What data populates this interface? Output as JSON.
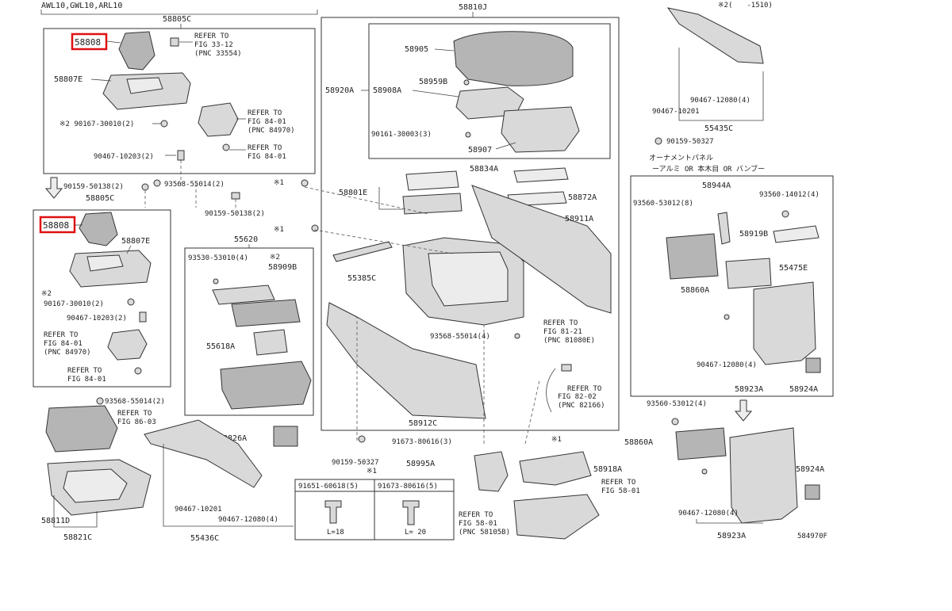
{
  "header": {
    "model_codes": "AWL10,GWL10,ARL10"
  },
  "labels": {
    "l58805c_top": "58805C",
    "l58808_top": "58808",
    "refer_33_1": "REFER TO",
    "refer_33_2": "FIG 33-12",
    "refer_33_3": "(PNC 33554)",
    "l58807e_top": "58807E",
    "refer_84a_1": "REFER TO",
    "refer_84a_2": "FIG 84-01",
    "refer_84a_3": "(PNC 84970)",
    "l90167_top": "※2 90167-30010(2)",
    "refer_84b_1": "REFER TO",
    "refer_84b_2": "FIG 84-01",
    "l90467_10203_top": "90467-10203(2)",
    "l90159_50138_a": "90159-50138(2)",
    "l93568_top": "93568-55014(2)",
    "l58805c_bot": "58805C",
    "l90159_50138_b": "90159-50138(2)",
    "l58808_bot": "58808",
    "l58807e_bot": "58807E",
    "l_note2_a": "※2",
    "l90167_bot": "90167-30010(2)",
    "l90467_10203_bot": "90467-10203(2)",
    "refer_84c_1": "REFER TO",
    "refer_84c_2": "FIG 84-01",
    "refer_84c_3": "(PNC 84970)",
    "refer_84d_1": "REFER TO",
    "refer_84d_2": "FIG 84-01",
    "l93568_bot": "93568-55014(2)",
    "refer_86_1": "REFER TO",
    "refer_86_2": "FIG 86-03",
    "l58811d": "58811D",
    "l58821c": "58821C",
    "l58810j": "58810J",
    "l58905": "58905",
    "l58920a": "58920A",
    "l58908a": "58908A",
    "l58959b": "58959B",
    "l90161": "90161-30003(3)",
    "l58907": "58907",
    "l58834a": "58834A",
    "l58801e": "58801E",
    "l58872a": "58872A",
    "l58911a": "58911A",
    "l_note1_a": "※1",
    "l_note1_b": "※1",
    "l55620": "55620",
    "l93530": "93530-53010(4)",
    "l_note2_b": "※2",
    "l58909b": "58909B",
    "l55385c": "55385C",
    "l55618a": "55618A",
    "l93568_mid": "93568-55014(4)",
    "refer_81_1": "REFER TO",
    "refer_81_2": "FIG 81-21",
    "refer_81_3": "(PNC 81080E)",
    "refer_82_1": "REFER TO",
    "refer_82_2": "FIG 82-02",
    "refer_82_3": "(PNC 82166)",
    "l58912c": "58912C",
    "l58826a": "58826A",
    "l91673_a": "91673-80616(3)",
    "l_note1_c": "※1",
    "l58995a": "58995A",
    "l58918a": "58918A",
    "refer_58a_1": "REFER TO",
    "refer_58a_2": "FIG 58-01",
    "l90159_50327_bot": "90159-50327",
    "l_note1_d": "※1",
    "l91651": "91651-60618(5)",
    "l91673_b": "91673-80616(5)",
    "l_len18": "L=18",
    "l_len20": "L= 20",
    "refer_58b_1": "REFER TO",
    "refer_58b_2": "FIG 58-01",
    "refer_58b_3": "(PNC 58105B)",
    "l90467_10201_bot": "90467-10201",
    "l90467_12080_bot": "90467-12080(4)",
    "l55436c": "55436C",
    "l_note2_c": "※2(　　-1510)",
    "l90467_12080_tr": "90467-12080(4)",
    "l90467_10201_tr": "90467-10201",
    "l55435c": "55435C",
    "l90159_50327_tr": "90159-50327",
    "jp_line1": "オーナメントパネル",
    "jp_line2": "ーアルミ OR 本木目 OR バンブー",
    "l58944a": "58944A",
    "l93560_53012_a": "93560-53012(8)",
    "l93560_14012": "93560-14012(4)",
    "l58919b": "58919B",
    "l55475e": "55475E",
    "l58860a_top": "58860A",
    "l90467_12080_rb": "90467-12080(4)",
    "l58923a_top": "58923A",
    "l58924a_top": "58924A",
    "l93560_53012_b": "93560-53012(4)",
    "l58860a_bot": "58860A",
    "l58924a_bot": "58924A",
    "l90467_12080_last": "90467-12080(4)",
    "l58923a_bot": "58923A",
    "l_ref_code": "584970F"
  },
  "highlight_color": "#e01010"
}
